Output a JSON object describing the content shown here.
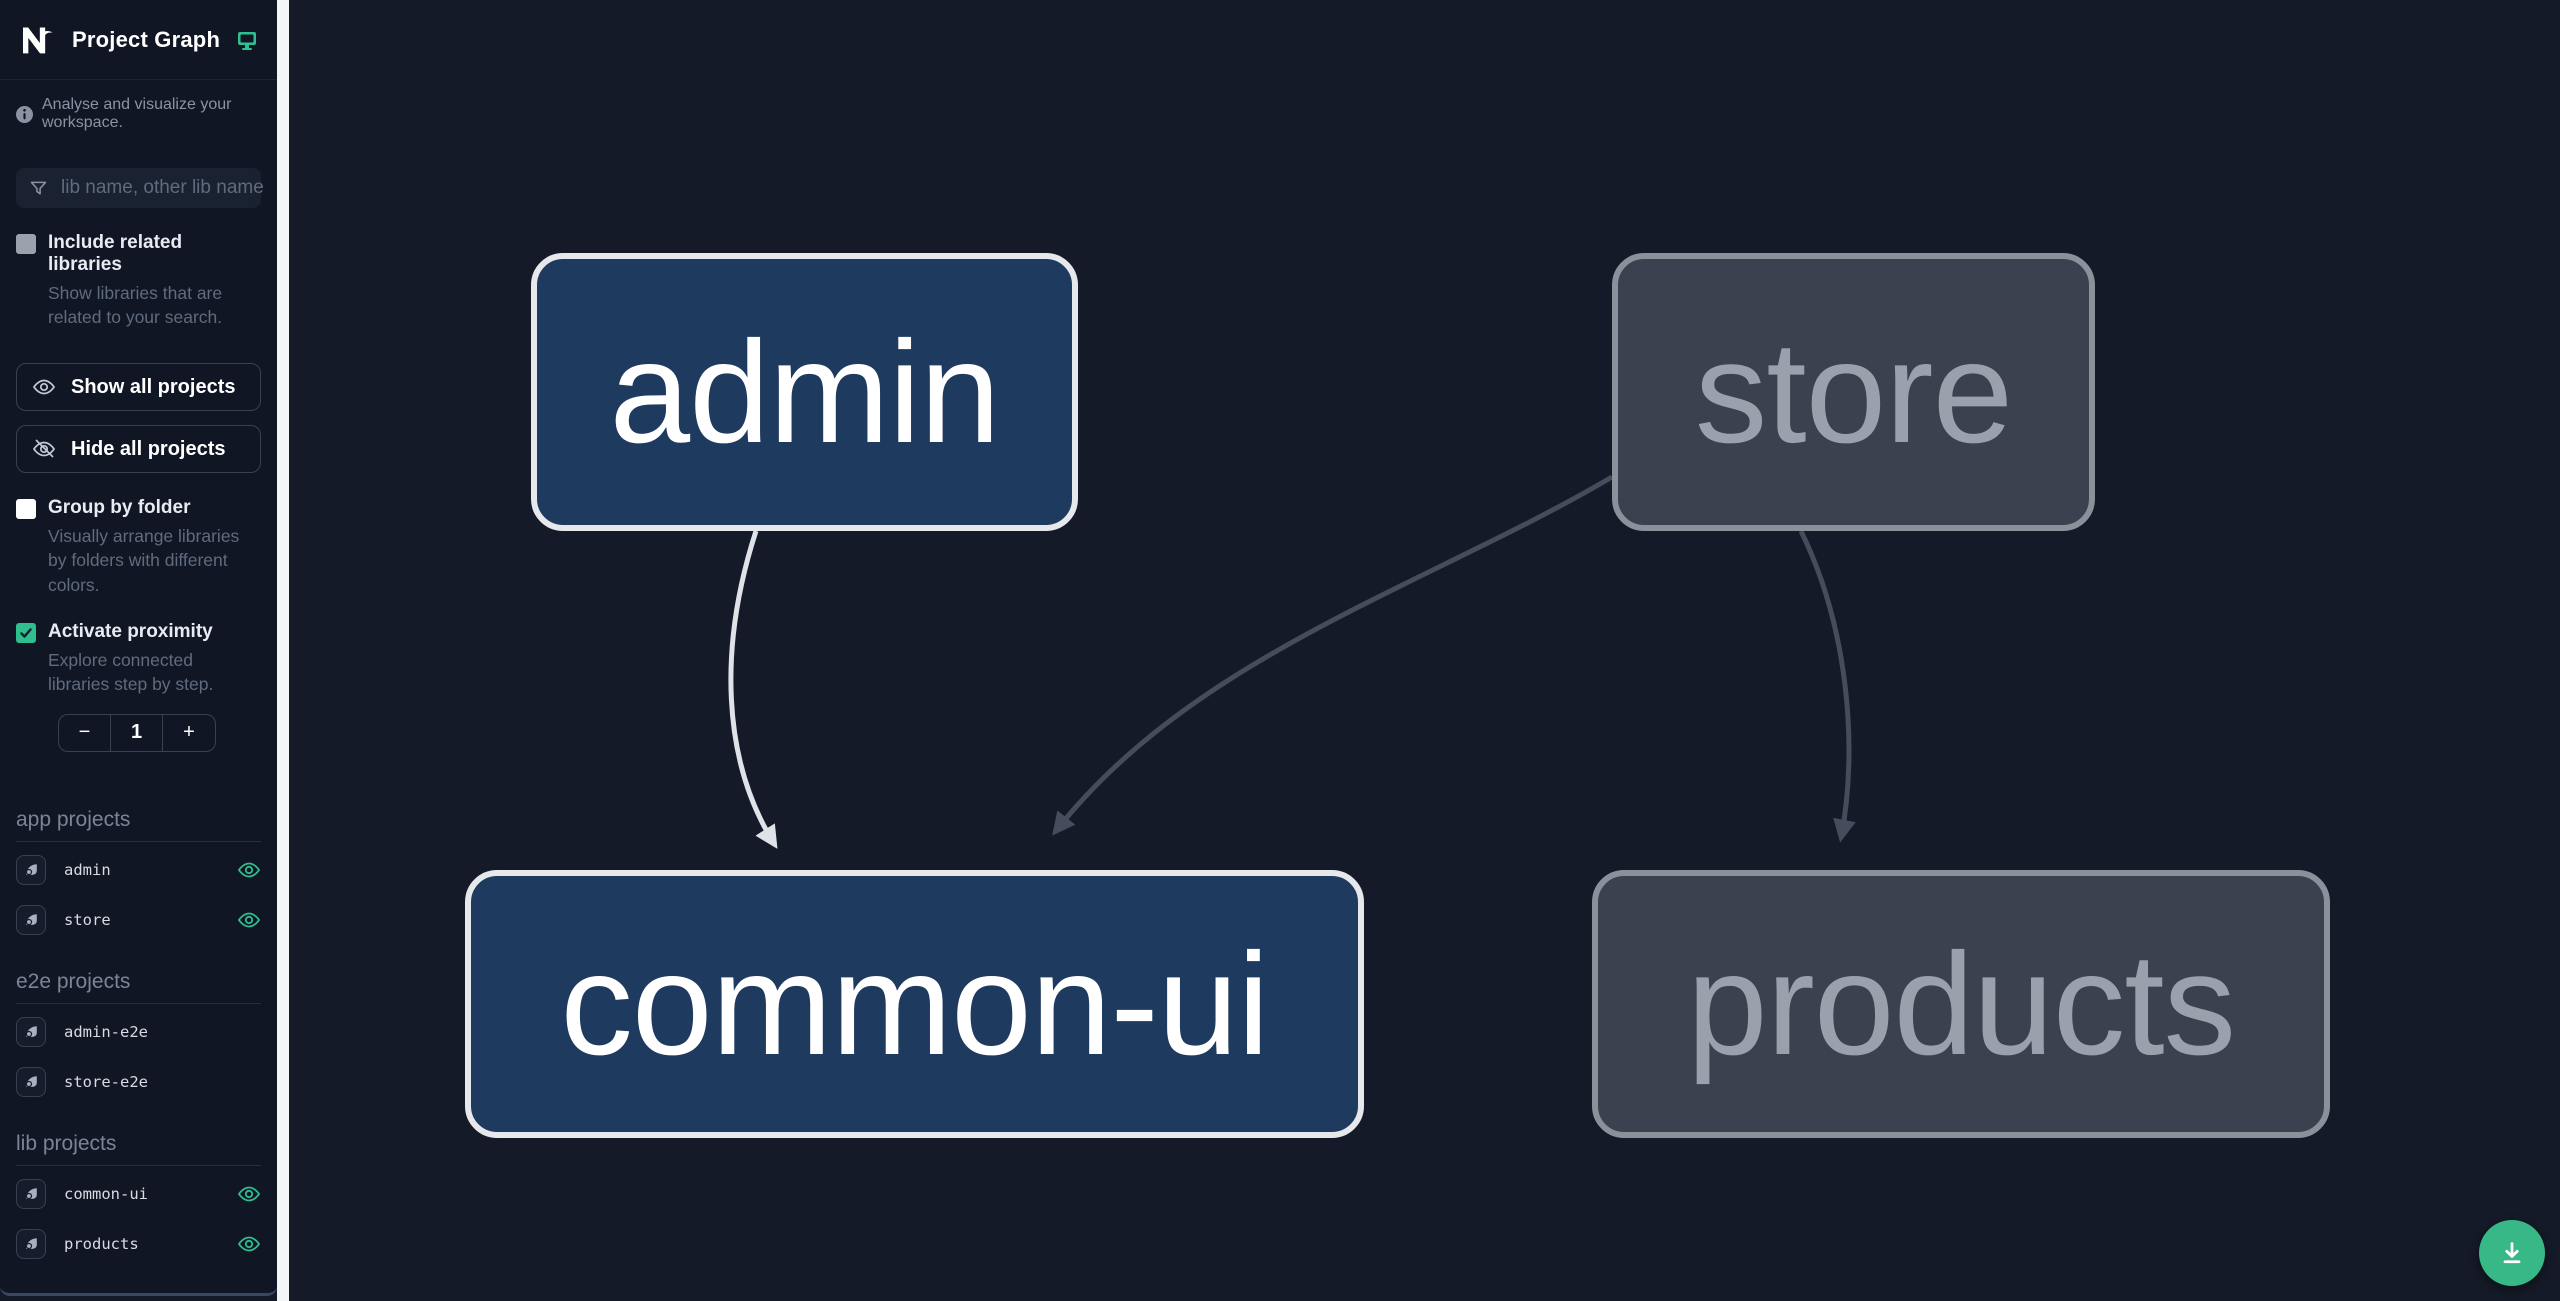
{
  "header": {
    "title": "Project Graph"
  },
  "sidebar": {
    "tagline": "Analyse and visualize your workspace.",
    "filter": {
      "placeholder": "lib name, other lib name"
    },
    "include_related": {
      "label": "Include related libraries",
      "description": "Show libraries that are related to your search.",
      "checked": false
    },
    "show_all": {
      "label": "Show all projects"
    },
    "hide_all": {
      "label": "Hide all projects"
    },
    "group_by_folder": {
      "label": "Group by folder",
      "description": "Visually arrange libraries by folders with different colors.",
      "checked": false
    },
    "proximity": {
      "label": "Activate proximity",
      "description": "Explore connected libraries step by step.",
      "checked": true,
      "value": "1",
      "decrement": "−",
      "increment": "+"
    },
    "sections": [
      {
        "heading": "app projects",
        "items": [
          {
            "name": "admin",
            "visible": true
          },
          {
            "name": "store",
            "visible": true
          }
        ]
      },
      {
        "heading": "e2e projects",
        "items": [
          {
            "name": "admin-e2e",
            "visible": false
          },
          {
            "name": "store-e2e",
            "visible": false
          }
        ]
      },
      {
        "heading": "lib projects",
        "items": [
          {
            "name": "common-ui",
            "visible": true
          },
          {
            "name": "products",
            "visible": true
          }
        ]
      }
    ]
  },
  "graph": {
    "nodes": [
      {
        "id": "admin",
        "label": "admin",
        "state": "highlighted"
      },
      {
        "id": "store",
        "label": "store",
        "state": "faded"
      },
      {
        "id": "common-ui",
        "label": "common-ui",
        "state": "highlighted"
      },
      {
        "id": "products",
        "label": "products",
        "state": "faded"
      }
    ],
    "edges": [
      {
        "source": "admin",
        "target": "common-ui",
        "state": "highlighted"
      },
      {
        "source": "store",
        "target": "common-ui",
        "state": "faded"
      },
      {
        "source": "store",
        "target": "products",
        "state": "faded"
      }
    ]
  },
  "colors": {
    "accent_green": "#2fbe8e",
    "node_highlight_fill": "#1e3a5e",
    "node_highlight_border": "#e6e8ec",
    "node_faded_fill": "#3a414f",
    "node_faded_border": "#8b919b",
    "edge_highlight": "#dfe3e8",
    "edge_faded": "#454d5c",
    "fab_green": "#37b886"
  },
  "fab": {
    "icon": "download"
  }
}
